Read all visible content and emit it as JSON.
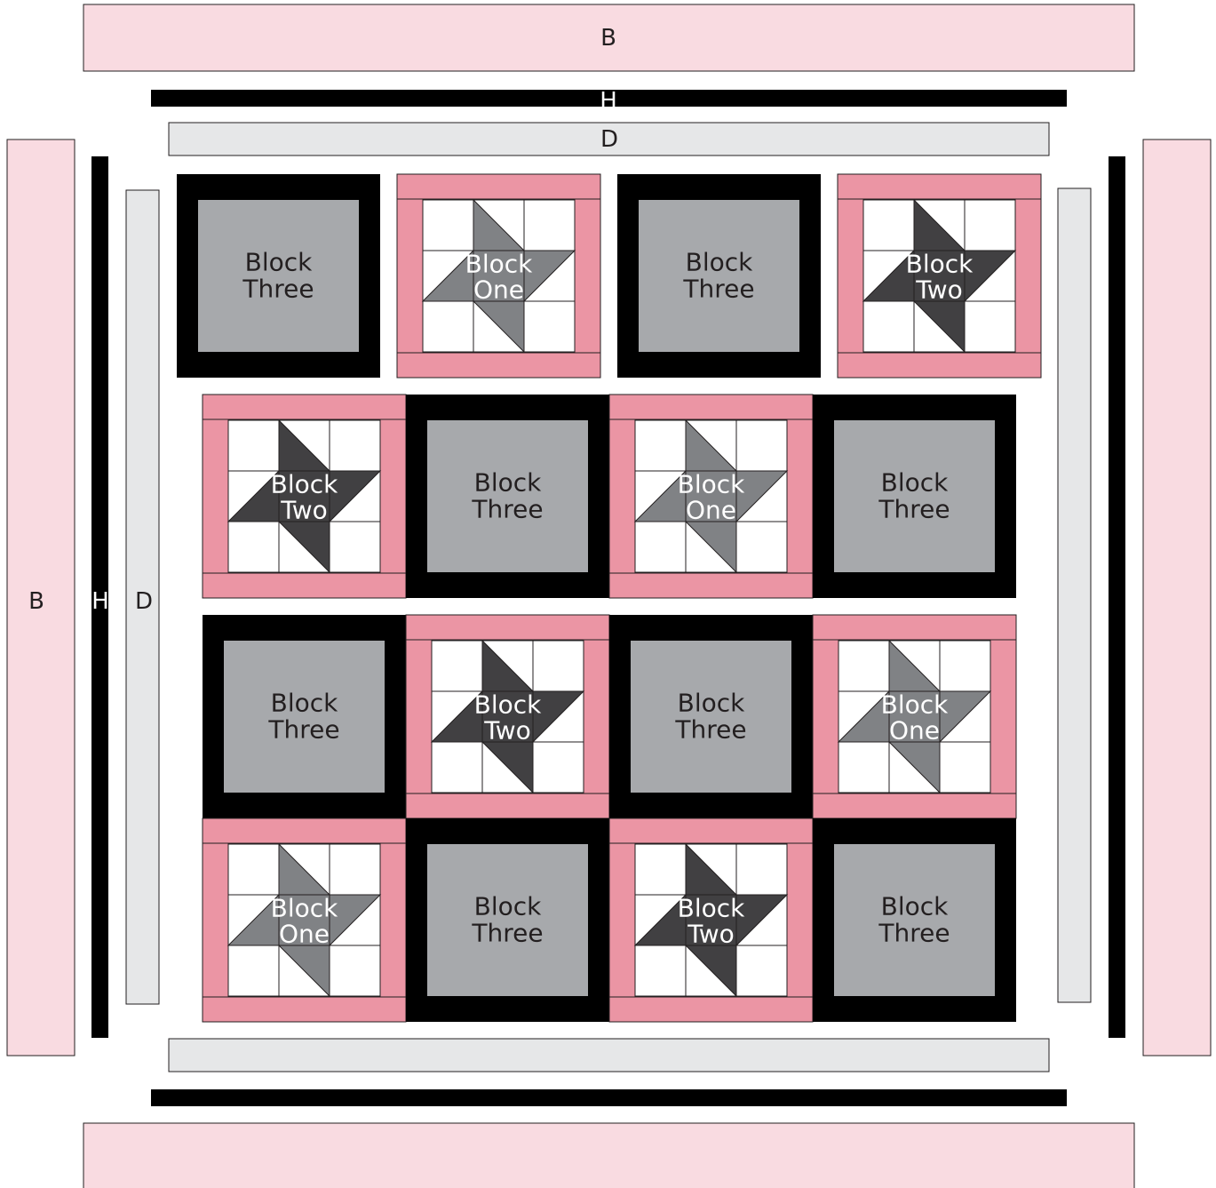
{
  "colors": {
    "border_b": "#f9dbe1",
    "border_h": "#000000",
    "border_d": "#e6e7e8",
    "sash_pink": "#eb95a4",
    "block_three_fill": "#a7a9ac",
    "star_one": "#808285",
    "star_two": "#414042",
    "grid_white": "#ffffff",
    "outline": "#231f20",
    "label_dark": "#231f20",
    "label_light": "#ffffff"
  },
  "border_labels": {
    "b_top": "B",
    "h_top": "H",
    "d_top": "D",
    "b_left": "B",
    "h_left": "H",
    "d_left": "D"
  },
  "block_labels": {
    "one": [
      "Block",
      "One"
    ],
    "two": [
      "Block",
      "Two"
    ],
    "three": [
      "Block",
      "Three"
    ]
  },
  "layout_rows": [
    [
      "three",
      "one",
      "three",
      "two"
    ],
    [
      "two",
      "three",
      "one",
      "three"
    ],
    [
      "three",
      "two",
      "three",
      "one"
    ],
    [
      "one",
      "three",
      "two",
      "three"
    ]
  ]
}
